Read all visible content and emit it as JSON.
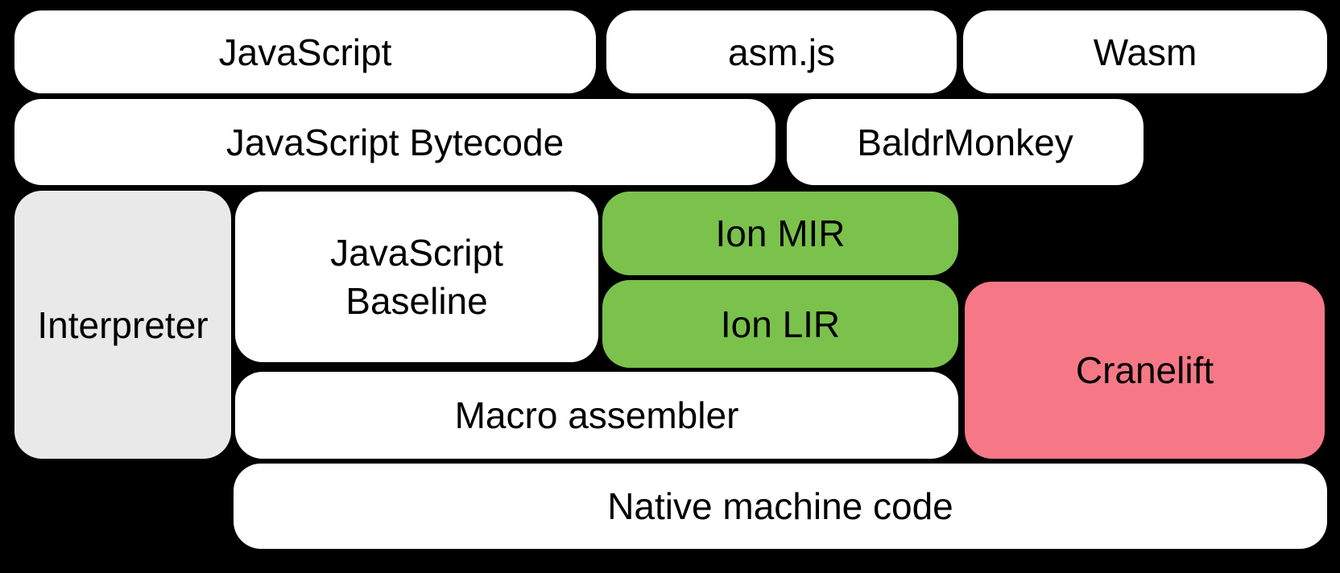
{
  "diagram": {
    "background": "#000000",
    "text_color": "#000000",
    "colors": {
      "white": "#ffffff",
      "gray": "#e9e9e9",
      "green": "#7ac24b",
      "pink": "#f67887"
    },
    "boxes": [
      {
        "id": "javascript",
        "label": "JavaScript",
        "color": "white"
      },
      {
        "id": "asmjs",
        "label": "asm.js",
        "color": "white"
      },
      {
        "id": "wasm",
        "label": "Wasm",
        "color": "white"
      },
      {
        "id": "javascript-bytecode",
        "label": "JavaScript Bytecode",
        "color": "white"
      },
      {
        "id": "baldrmonkey",
        "label": "BaldrMonkey",
        "color": "white"
      },
      {
        "id": "interpreter",
        "label": "Interpreter",
        "color": "gray"
      },
      {
        "id": "javascript-baseline",
        "label": "JavaScript Baseline",
        "color": "white",
        "lines": [
          "JavaScript",
          "Baseline"
        ]
      },
      {
        "id": "ion-mir",
        "label": "Ion MIR",
        "color": "green"
      },
      {
        "id": "ion-lir",
        "label": "Ion LIR",
        "color": "green"
      },
      {
        "id": "cranelift",
        "label": "Cranelift",
        "color": "pink"
      },
      {
        "id": "macro-assembler",
        "label": "Macro assembler",
        "color": "white"
      },
      {
        "id": "native-machine-code",
        "label": "Native machine code",
        "color": "white"
      }
    ]
  }
}
